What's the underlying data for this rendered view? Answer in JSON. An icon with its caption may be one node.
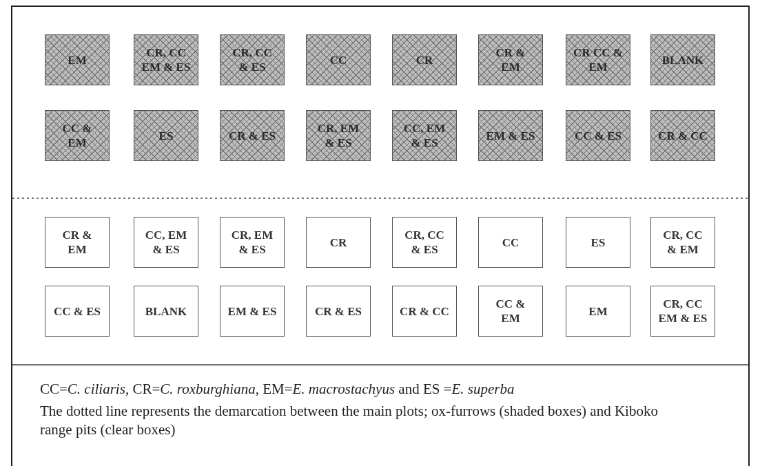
{
  "diagram": {
    "nodes": [
      {
        "text": [
          "EM"
        ]
      },
      {
        "text": [
          "CR, CC EM & ES"
        ]
      },
      {
        "text": [
          "CR, CC & ES"
        ]
      },
      {
        "text": [
          "CC"
        ]
      },
      {
        "text": [
          "CR"
        ]
      },
      {
        "text": [
          "CR & EM"
        ]
      },
      {
        "text": [
          "CR CC & EM"
        ]
      },
      {
        "text": [
          "BLANK"
        ]
      },
      {
        "text": [
          "CC & EM"
        ]
      },
      {
        "text": [
          "ES"
        ]
      },
      {
        "text": [
          "CR & ES"
        ]
      },
      {
        "text": [
          "CR, EM & ES"
        ]
      },
      {
        "text": [
          "CC, EM & ES"
        ]
      },
      {
        "text": [
          "EM & ES"
        ]
      },
      {
        "text": [
          "CC & ES"
        ]
      },
      {
        "text": [
          "CR & CC"
        ]
      },
      {
        "text": [
          "CR & EM"
        ]
      },
      {
        "text": [
          "CC, EM & ES"
        ]
      },
      {
        "text": [
          "CR, EM & ES"
        ]
      },
      {
        "text": [
          "CR"
        ]
      },
      {
        "text": [
          "CR, CC & ES"
        ]
      },
      {
        "text": [
          "CC"
        ]
      },
      {
        "text": [
          "ES"
        ]
      },
      {
        "text": [
          "CR, CC & EM"
        ]
      },
      {
        "text": [
          "CC & ES"
        ]
      },
      {
        "text": [
          "BLANK"
        ]
      },
      {
        "text": [
          "EM & ES"
        ]
      },
      {
        "text": [
          "CR & ES"
        ]
      },
      {
        "text": [
          "CR & CC"
        ]
      },
      {
        "text": [
          "CC & EM"
        ]
      },
      {
        "text": [
          "EM"
        ]
      },
      {
        "text": [
          "CR, CC EM & ES"
        ]
      }
    ],
    "labels": [
      "CC=*C. ciliaris*, CR=*C. roxburghiana*, EM=*E. macrostachyus* and ES =*E. superba*",
      "The dotted line represents the demarcation between the main plots; ox-furrows (shaded boxes) and Kiboko range pits (clear boxes)"
    ]
  }
}
